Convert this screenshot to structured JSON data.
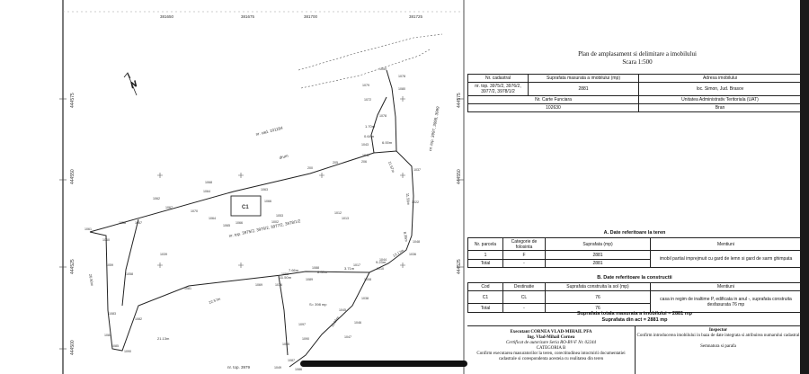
{
  "plan": {
    "coords_left": [
      "444575",
      "444550",
      "444525",
      "444500"
    ],
    "coords_right": [
      "444575",
      "444550",
      "444525"
    ],
    "coords_top": [
      "381650",
      "381675",
      "381700",
      "381725"
    ],
    "building": "C1",
    "neighbour_nr": "nr. cad. 101184",
    "neighbour_road": "drum",
    "parcel_topo": "nr. top. 3975/2, 3976/2, 3977/2, 3978/1/2",
    "right_topo": "nr. top. 3997, 3998, 3999",
    "bottom_topo": "nr. top. 3979"
  },
  "panel": {
    "title": "Plan de amplasament si delimitare a imobilului",
    "scale": "Scara 1:500",
    "cad": {
      "h1": "Nr. cadastral",
      "h2": "Suprafata masurata a imobilului (mp)",
      "h3": "Adresa imobilului",
      "v1": "nr. top. 3975/2, 3976/2, 3977/2, 3978/1/2",
      "v2": "2881",
      "v3": "loc. Simon, Jud. Brasov",
      "h4": "Nr. Carte Funciara",
      "h5": "Unitatea Administrativ Teritoriala (UAT)",
      "v4": "102630",
      "v5": "Bran"
    },
    "section_a": "A. Date referitoare la teren",
    "land": {
      "h1": "Nr. parcela",
      "h2": "Categorie de folosinta",
      "h3": "Suprafata (mp)",
      "h4": "Mentiuni",
      "r1": [
        "1",
        "F",
        "2881",
        "imobil partial imprejmuit cu gard de lemn si gard de sarm ghimpata"
      ],
      "r2": [
        "Total",
        "-",
        "2881"
      ]
    },
    "section_b": "B. Date referitoare la constructii",
    "con": {
      "h1": "Cod",
      "h2": "Destinatie",
      "h3": "Suprafata construita la sol (mp)",
      "h4": "Mentiuni",
      "r1": [
        "C1",
        "CL",
        "76",
        "casa in regim de inaltime P, edificata in anul -, suprafata construita desfasurata 76 mp"
      ],
      "r2": [
        "Total",
        "-",
        "76"
      ]
    },
    "total_measured": "Suprafata totala masurata a imobilului = 2881 mp",
    "total_act": "Suprafata din act = 2881 mp",
    "exec": {
      "title": "Executant CORNEA VLAD-MIHAIL PFA",
      "name": "Ing. Vlad-Mihail Cornea",
      "cert": "Certificat de autorizare Seria RO-BV-F Nr. 02244",
      "cat": "CATEGORIA B",
      "text": "Confirm executarea masuratorilor la teren, corectitudinea intocmirii documentatiei cadastrale si corespondenta acesteia cu realitatea din teren"
    },
    "insp": {
      "title": "Inspector",
      "text": "Confirm introducerea imobilului in baza de date integrata si atribuirea numarului cadastral",
      "sign": "Semnatura si parafa"
    }
  }
}
